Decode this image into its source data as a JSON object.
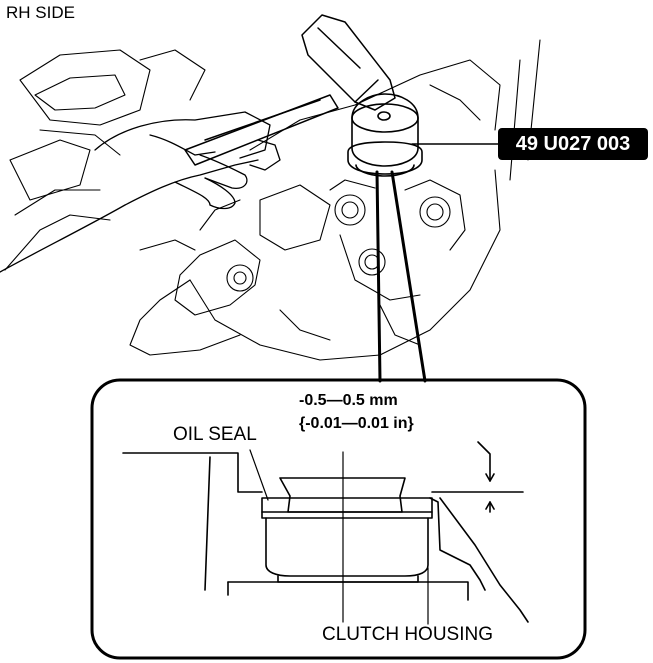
{
  "header": {
    "side_label": "RH SIDE"
  },
  "tool": {
    "part_number": "49 U027 003"
  },
  "detail": {
    "spec_mm": "-0.5—0.5 mm",
    "spec_in": "{-0.01—0.01 in}",
    "oil_seal_label": "OIL SEAL",
    "clutch_housing_label": "CLUTCH HOUSING"
  }
}
